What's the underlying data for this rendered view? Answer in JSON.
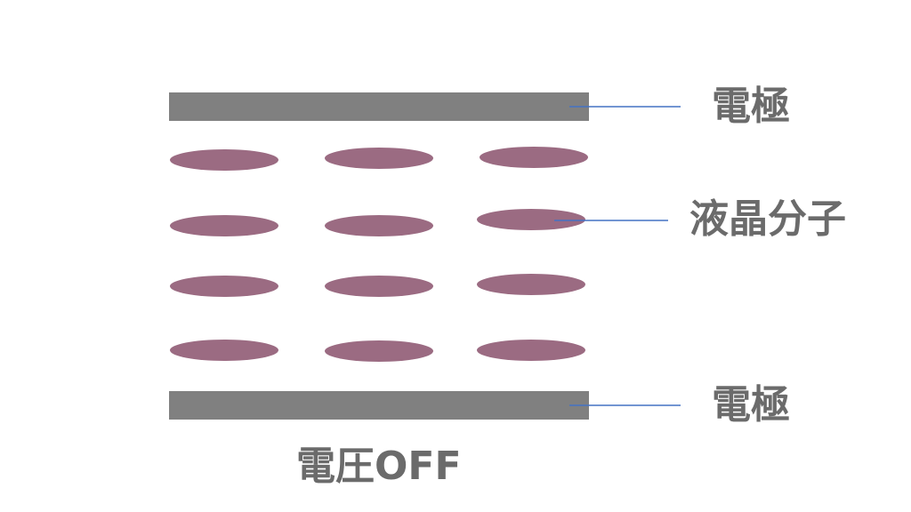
{
  "labels": {
    "electrode_top": "電極",
    "liquid_crystal": "液晶分子",
    "electrode_bottom": "電極",
    "state": "電圧OFF"
  },
  "colors": {
    "electrode": "#808080",
    "molecule": "#9b6b82",
    "leader_line": "#4472c4",
    "text": "#6b6b6b"
  }
}
